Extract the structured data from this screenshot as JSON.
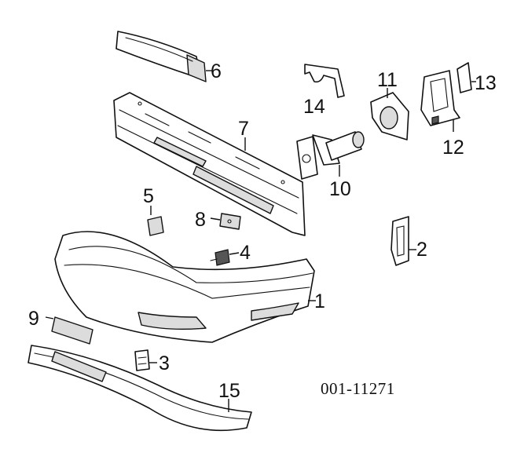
{
  "callouts": {
    "c1": "1",
    "c2": "2",
    "c3": "3",
    "c4": "4",
    "c5": "5",
    "c6": "6",
    "c7": "7",
    "c8": "8",
    "c9": "9",
    "c10": "10",
    "c11": "11",
    "c12": "12",
    "c13": "13",
    "c14": "14",
    "c15": "15"
  },
  "catalog_number": "001-11271"
}
